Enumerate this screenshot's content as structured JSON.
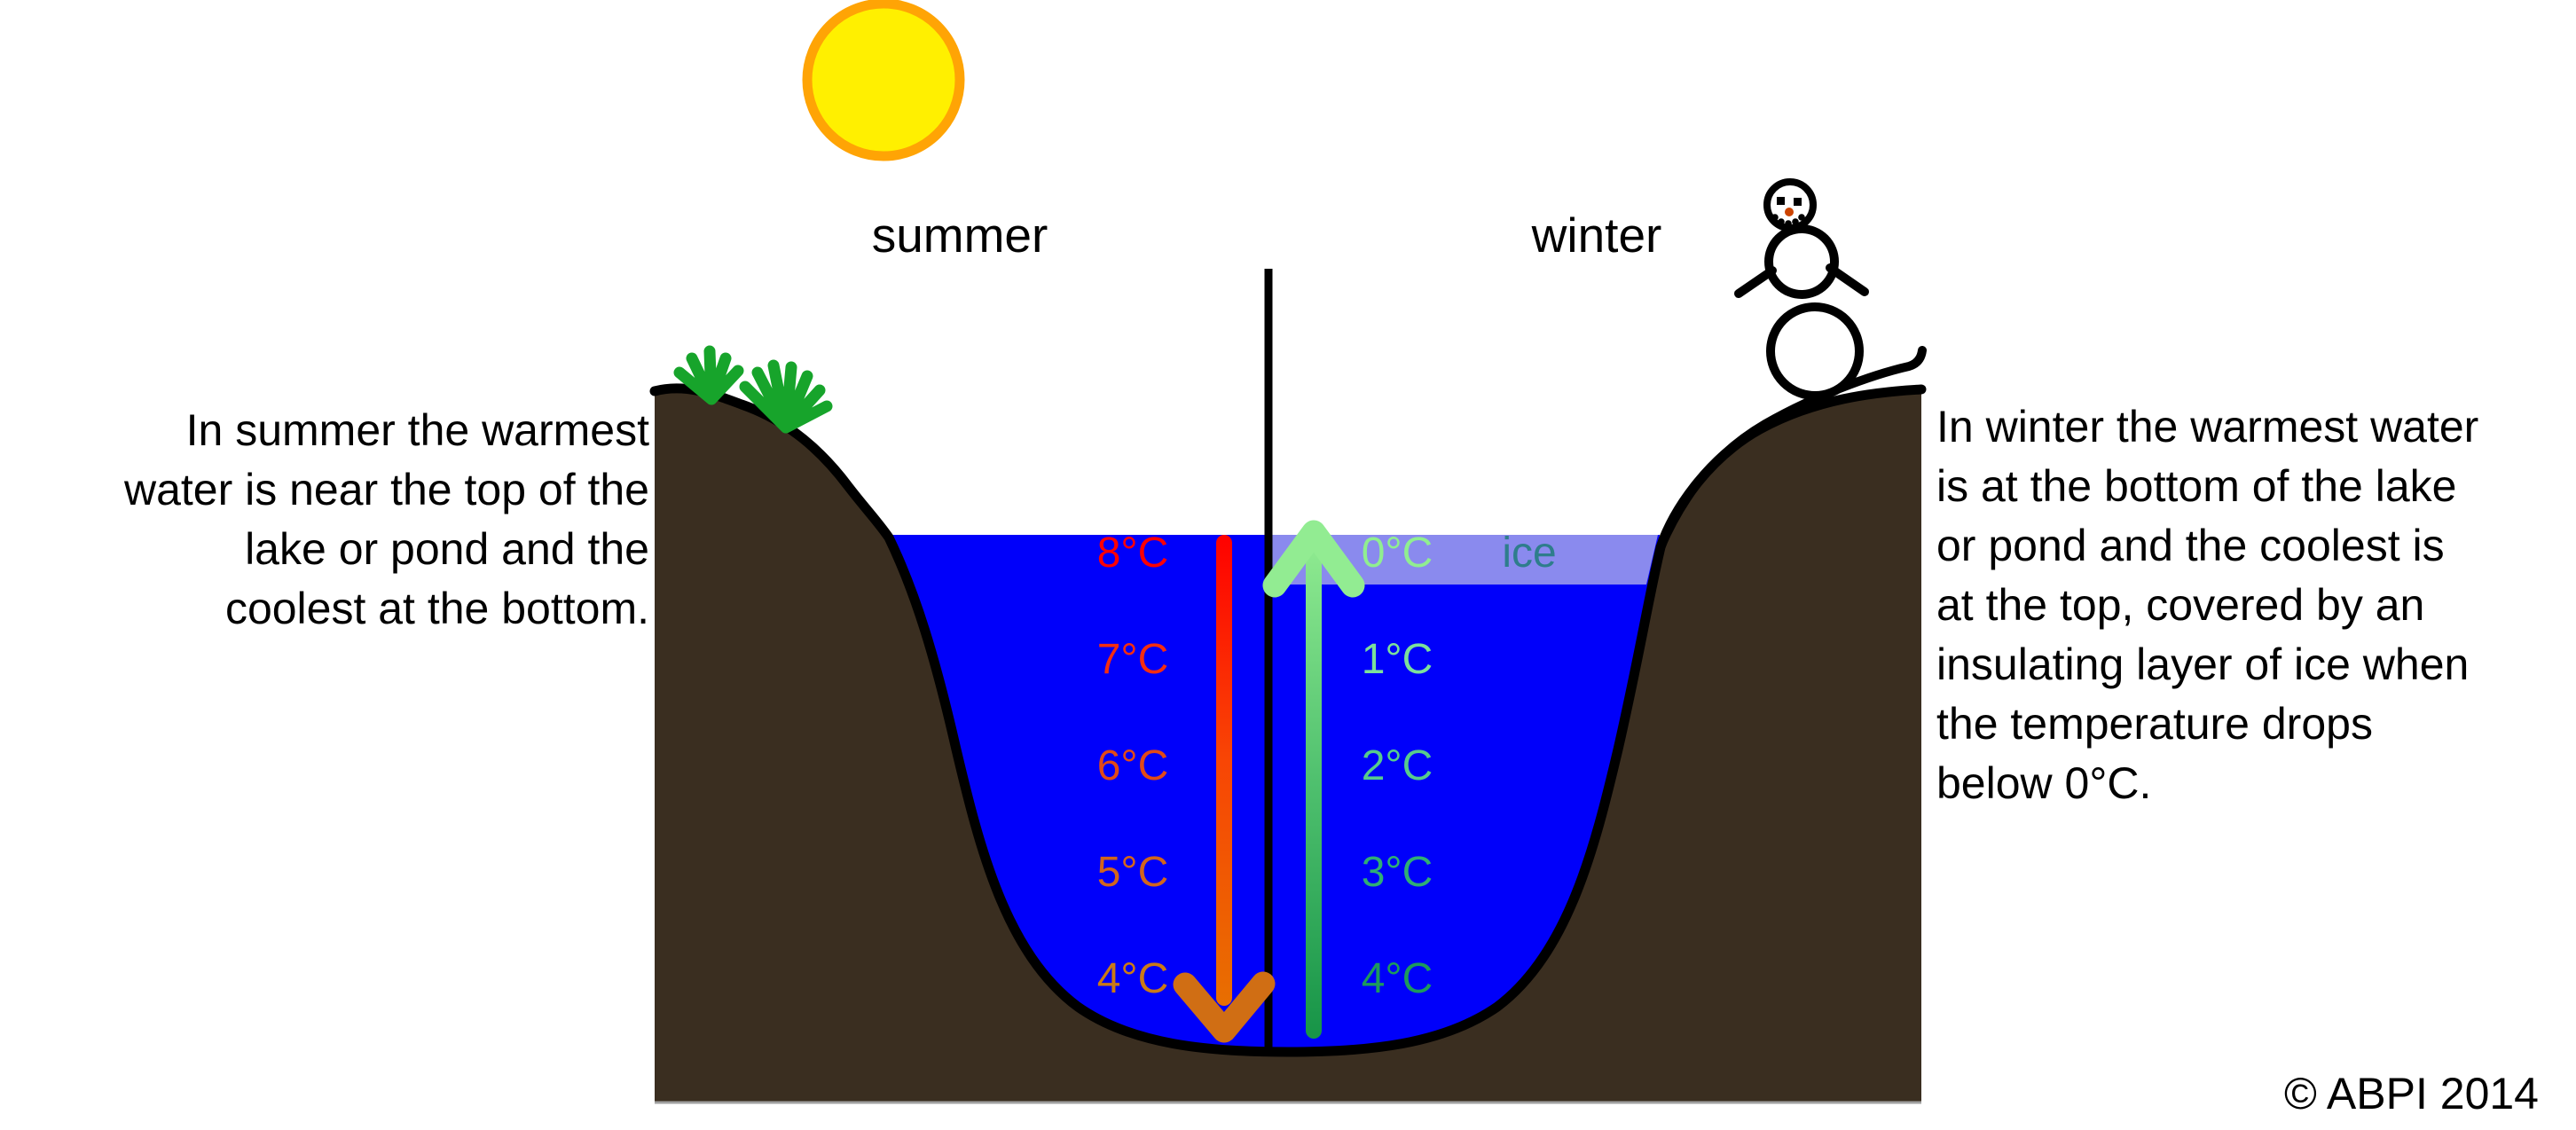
{
  "diagram": {
    "season_labels": {
      "left": "summer",
      "right": "winter"
    },
    "left_caption": "In summer the warmest\nwater is near the top of the\nlake or pond and the\ncoolest at the bottom.",
    "right_caption": "In winter the warmest water\nis at the bottom of the lake\nor pond and the coolest is\nat the top, covered by an\ninsulating layer of ice when\nthe temperature drops\nbelow 0°C.",
    "ice_label": "ice",
    "copyright": "© ABPI 2014",
    "summer_temps": [
      {
        "label": "8°C",
        "color": "#FF0000"
      },
      {
        "label": "7°C",
        "color": "#F42D10"
      },
      {
        "label": "6°C",
        "color": "#E14A17"
      },
      {
        "label": "5°C",
        "color": "#D2651C"
      },
      {
        "label": "4°C",
        "color": "#CB7A15"
      }
    ],
    "winter_temps": [
      {
        "label": "0°C",
        "color": "#90EE90"
      },
      {
        "label": "1°C",
        "color": "#7CE09B"
      },
      {
        "label": "2°C",
        "color": "#57CB8C"
      },
      {
        "label": "3°C",
        "color": "#2FAE74"
      },
      {
        "label": "4°C",
        "color": "#1D9A5C"
      }
    ],
    "colors": {
      "water": "#0000FA",
      "ground": "#3A2E20",
      "ice_band": "#8A8AEE",
      "ice_text": "#2E7D8C",
      "sun_fill": "#FFF000",
      "sun_stroke": "#FFA405",
      "grass": "#17A42B",
      "divider_line": "#000000",
      "summer_arrow_top": "#FF0000",
      "summer_arrow_bottom": "#E67300",
      "summer_arrow_head": "#D06E14",
      "winter_arrow_top": "#92EC92",
      "winter_arrow_bottom": "#189548",
      "snowman_nose": "#CC4400",
      "text": "#000000",
      "ground_baseline": "#A0A0A0"
    }
  }
}
